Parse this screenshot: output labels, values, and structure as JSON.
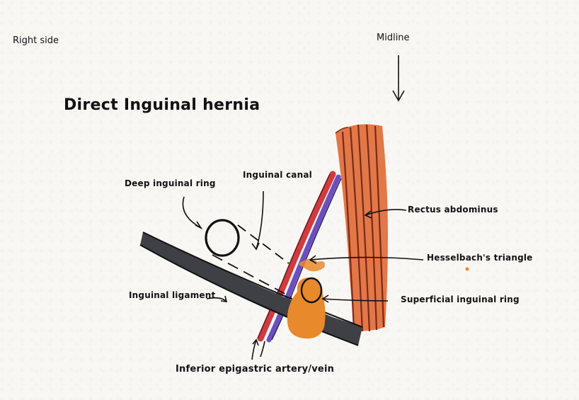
{
  "corner_label": "Right side",
  "midline_label": "Midline",
  "title": "Direct Inguinal hernia",
  "labels": {
    "deep_ring": "Deep inguinal ring",
    "inguinal_canal": "Inguinal canal",
    "rectus": "Rectus abdominus",
    "hesselbach": "Hesselbach's triangle",
    "superficial_ring": "Superficial inguinal ring",
    "inguinal_ligament": "Inguinal ligament",
    "epigastric": "Inferior epigastric artery/vein"
  },
  "colors": {
    "muscle": "#e0703e",
    "muscle_line": "#7a2a14",
    "artery": "#d23a40",
    "vein": "#6b4fc0",
    "ligament": "#3f3f46",
    "hernia": "#e8892c",
    "ink": "#111111"
  },
  "icons": [
    "midline-arrow-icon"
  ]
}
